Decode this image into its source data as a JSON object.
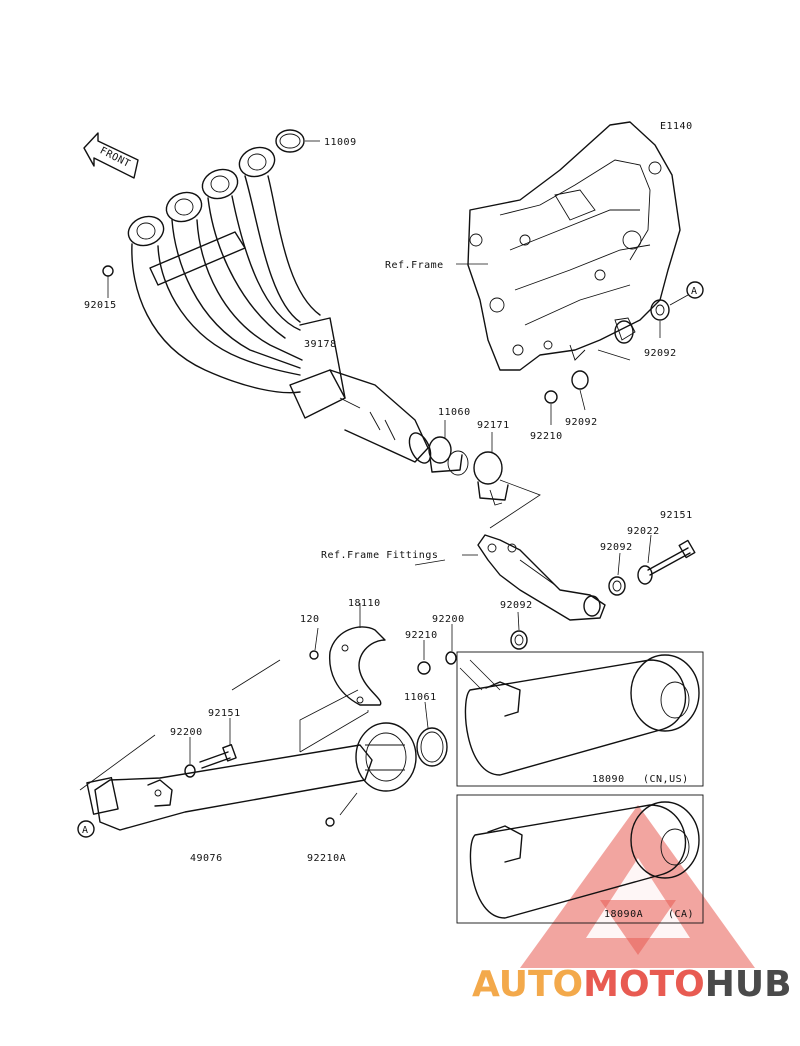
{
  "diagram": {
    "code": "E1140",
    "front_label": "FRONT",
    "ref_frame": "Ref.Frame",
    "ref_frame_fittings": "Ref.Frame Fittings",
    "callout_a": "A",
    "parts": {
      "p11009": "11009",
      "p92015": "92015",
      "p39178": "39178",
      "p11060": "11060",
      "p92171": "92171",
      "p92092_a": "92092",
      "p92092_b": "92092",
      "p92210_a": "92210",
      "p92151_a": "92151",
      "p92022": "92022",
      "p92092_c": "92092",
      "p92092_d": "92092",
      "p18110": "18110",
      "p120": "120",
      "p92200_a": "92200",
      "p92210_b": "92210",
      "p11061": "11061",
      "p92151_b": "92151",
      "p92200_b": "92200",
      "p18090": "18090",
      "p18090_note": "(CN,US)",
      "p49076": "49076",
      "p92210A": "92210A",
      "p18090A": "18090A",
      "p18090A_note": "(CA)"
    }
  },
  "watermark": {
    "word_part1": "AUTO",
    "word_part2": "MOTO",
    "word_part3": "HUB",
    "colors": {
      "auto": "#f3a94b",
      "moto": "#e85b52",
      "hub": "#4a4a4a"
    }
  }
}
